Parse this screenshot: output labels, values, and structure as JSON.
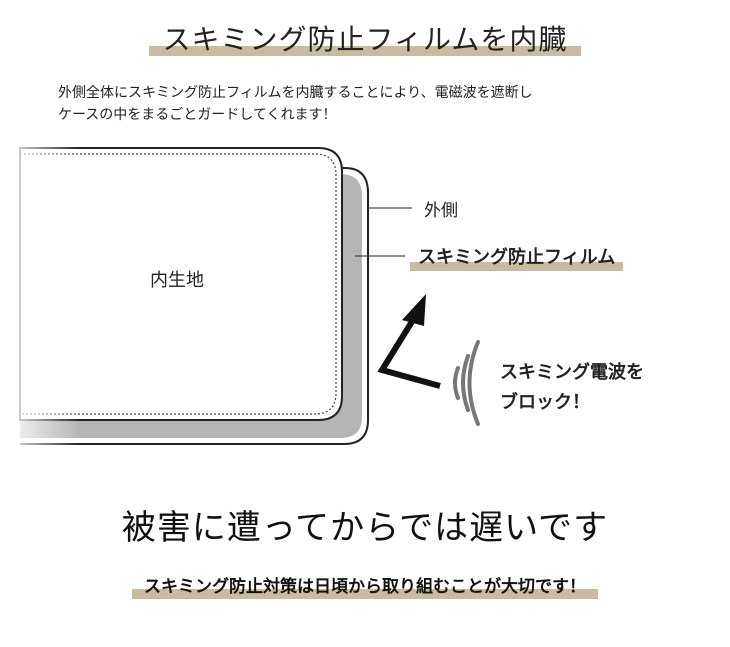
{
  "title": "スキミング防止フィルムを内臓",
  "intro": {
    "line1": "外側全体にスキミング防止フィルムを内臓することにより、電磁波を遮断し",
    "line2": "ケースの中をまるごとガードしてくれます！"
  },
  "diagram": {
    "label_outer": "外側",
    "label_film": "スキミング防止フィルム",
    "label_inner": "内生地",
    "label_wave_line1": "スキミング電波を",
    "label_wave_line2": "ブロック！"
  },
  "headline": "被害に遭ってからでは遅いです",
  "bottom_text": "スキミング防止対策は日頃から取り組むことが大切です！",
  "colors": {
    "highlight": "#c9bba1",
    "film_gray": "#b5b5b5",
    "outline": "#222222"
  }
}
